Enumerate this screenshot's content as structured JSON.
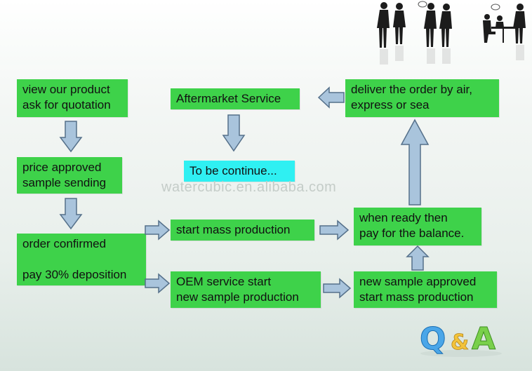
{
  "watermark": "watercubic.en.alibaba.com",
  "logo": "Q&A",
  "boxes": {
    "view_product": "view our product\nask for quotation",
    "price_approved": "price approved\nsample sending",
    "order_confirmed": "order confirmed\n\npay 30% deposition",
    "aftermarket": "Aftermarket Service",
    "to_be_continue": "To be continue...",
    "mass_production": "start mass production",
    "oem_service": "OEM service start\nnew sample production",
    "deliver_order": "deliver the order by air,\nexpress or sea",
    "pay_balance": "when ready then\npay for the balance.",
    "new_sample_approved": "new sample approved\nstart mass production"
  },
  "colors": {
    "box_green": "#3ed24a",
    "box_cyan": "#2ff0f2",
    "arrow_fill": "#a9c4dc",
    "arrow_stroke": "#55708a"
  },
  "icons": [
    "people-silhouettes-icon",
    "qa-logo-icon"
  ]
}
